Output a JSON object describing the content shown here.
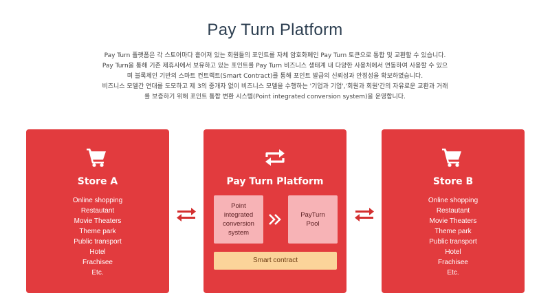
{
  "title": "Pay Turn Platform",
  "description": [
    "Pay Turn 플랫폼은 각 스토어마다 흩어져 있는 회원들의 포인트를 자체 암호화폐인 Pay Turn 토큰으로 통합 및 교환할 수 있습니다.",
    "Pay Turn을 통해 기존 제휴사에서 보유하고 있는 포인트를 Pay Turn 비즈니스 생태계 내 다양한 사용처에서 연동하여 사용할 수 있으",
    "며 블록체인 기반의 스마트 컨트랙트(Smart Contract)를 통해 포인트 발급의 신뢰성과 안정성을 확보하였습니다.",
    "비즈니스 모델간 연대를 도모하고 제 3의 중개자 없이 비즈니스 모델을 수행하는 '기업과 기업','회원과 회원'간의 자유로운 교환과 거래",
    "를 보증하기 위해 포인트 통합 변환 시스템(Point integrated conversion system)을 운영합니다."
  ],
  "store_a": {
    "icon": "cart-icon",
    "title": "Store A",
    "items": [
      "Online shopping",
      "Restautant",
      "Movie Theaters",
      "Theme park",
      "Public transport",
      "Hotel",
      "Frachisee",
      "Etc."
    ]
  },
  "platform": {
    "icon": "exchange-icon",
    "title": "Pay Turn Platform",
    "left_box": "Point integrated conversion system",
    "right_box": "PayTurn Pool",
    "bottom_box": "Smart contract"
  },
  "store_b": {
    "icon": "cart-icon",
    "title": "Store B",
    "items": [
      "Online shopping",
      "Restautant",
      "Movie Theaters",
      "Theme park",
      "Public transport",
      "Hotel",
      "Frachisee",
      "Etc."
    ]
  },
  "colors": {
    "card": "#e23b3e",
    "inner_box": "#f7b3b6",
    "smart_box": "#fbd49a",
    "arrow": "#d32f2f",
    "title": "#2c3e50"
  }
}
